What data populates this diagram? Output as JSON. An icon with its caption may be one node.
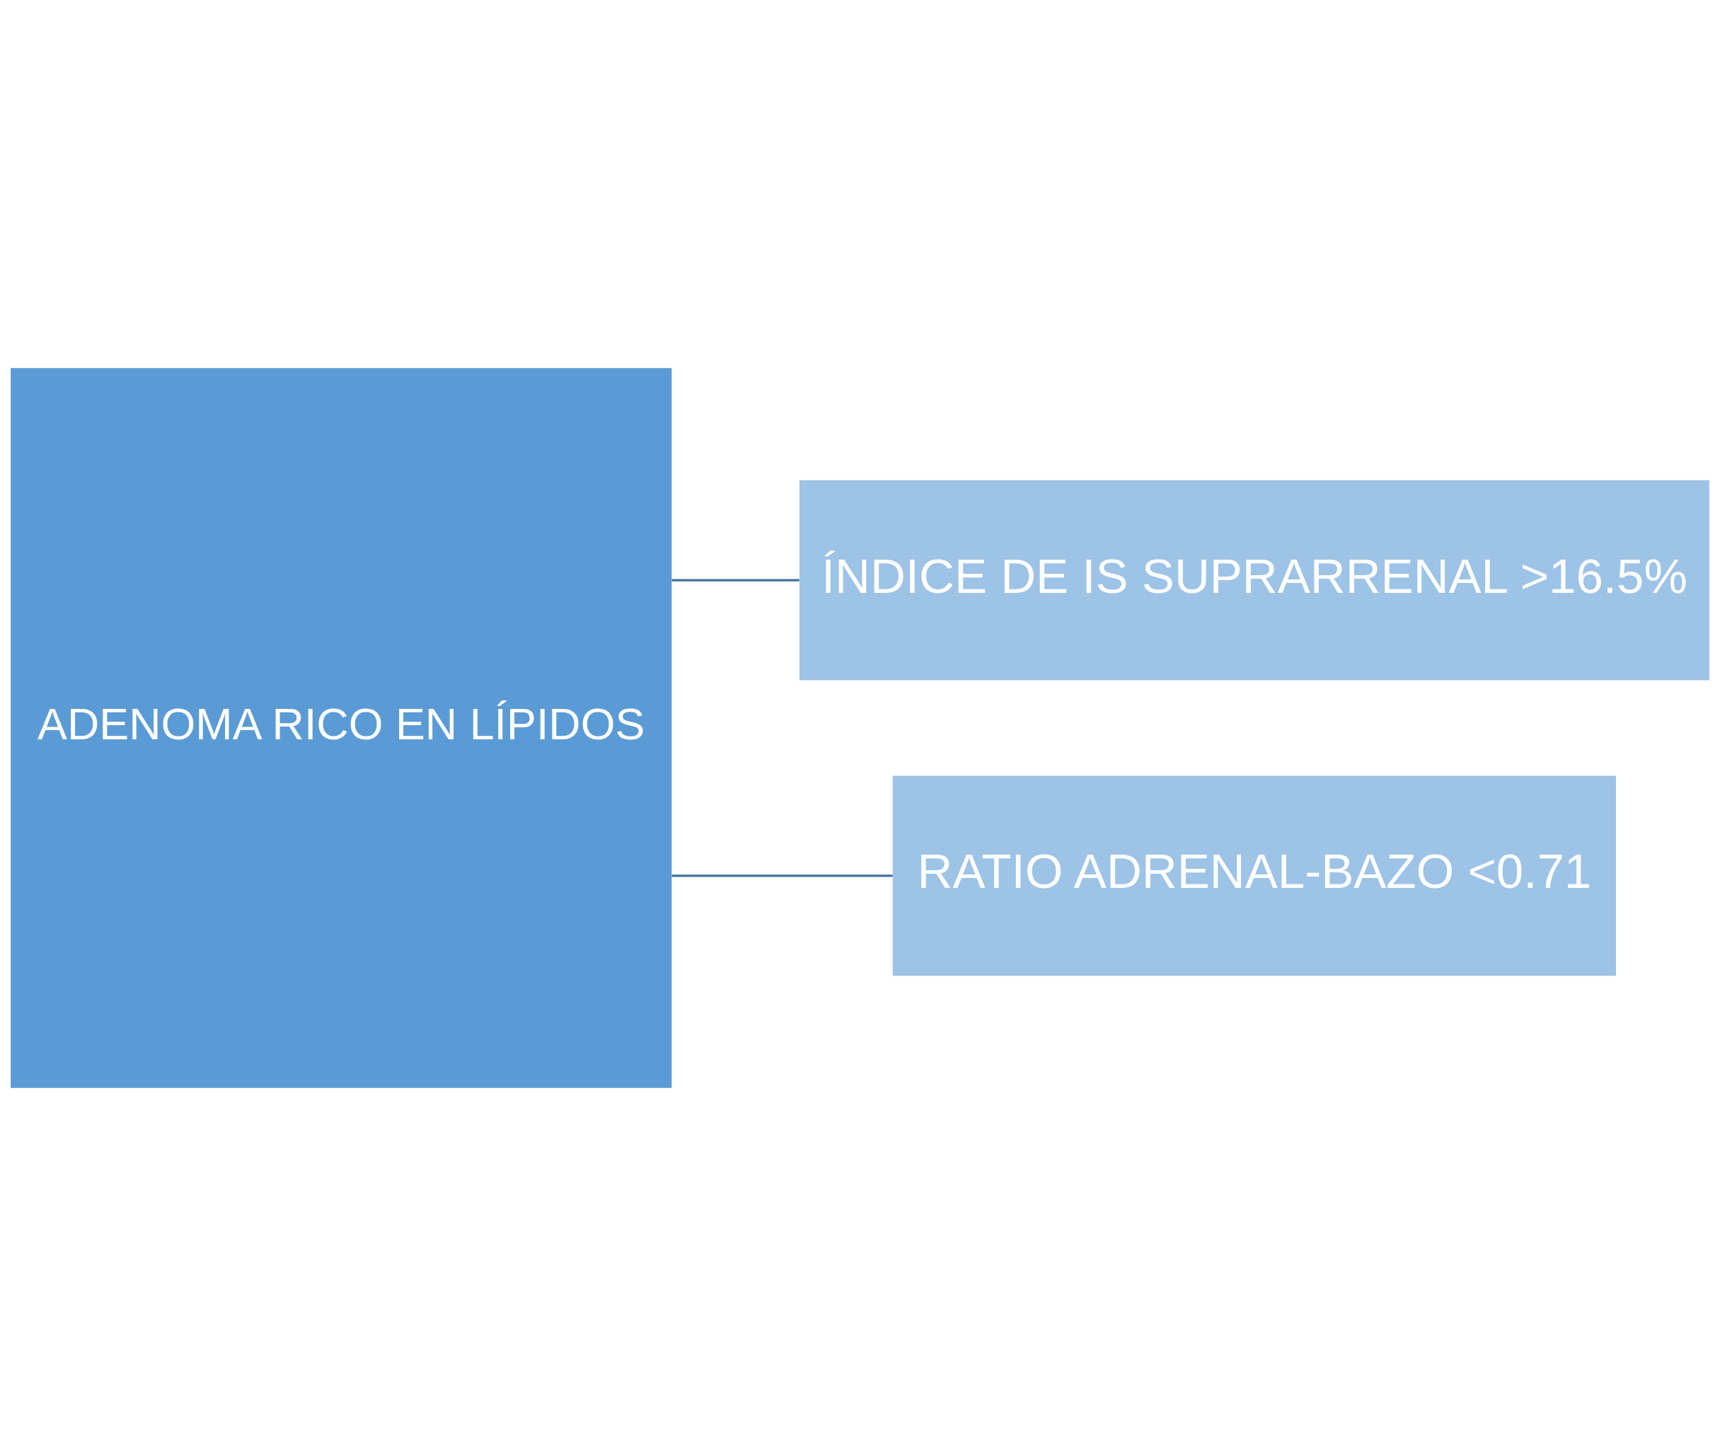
{
  "diagram": {
    "nodes": [
      {
        "text": [
          "ADENOMA RICO EN LÍPIDOS"
        ]
      },
      {
        "text": [
          "ÍNDICE DE IS SUPRARRENAL >16.5%"
        ]
      },
      {
        "text": [
          "RATIO ADRENAL-BAZO <0.71"
        ]
      }
    ],
    "edges": [
      {
        "from": 0,
        "to": 1,
        "arrow": "none"
      },
      {
        "from": 0,
        "to": 2,
        "arrow": "none"
      }
    ]
  }
}
